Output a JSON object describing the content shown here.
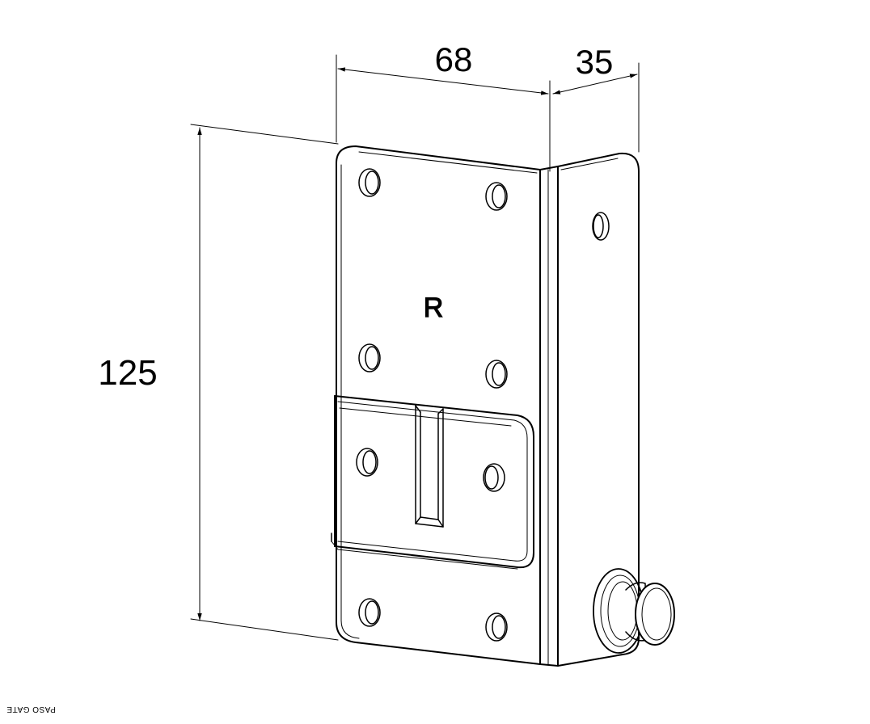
{
  "dimensions": {
    "width": "68",
    "depth": "35",
    "height": "125"
  },
  "part": {
    "stamp_letter": "R"
  },
  "footer": {
    "mirrored_text": "PASO GATE"
  }
}
